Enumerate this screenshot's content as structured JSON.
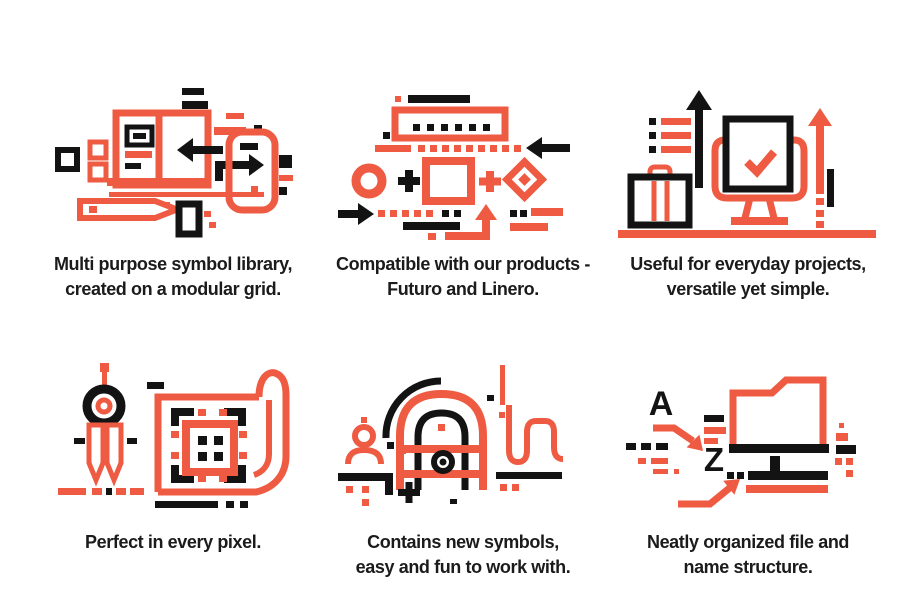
{
  "page": {
    "title": "Icon set feature overview",
    "background": "#FFFFFF"
  },
  "colors": {
    "accent": "#EE5B42",
    "ink": "#131313",
    "text": "#1B1B1B"
  },
  "features": [
    {
      "icon": "symbol-library-icon",
      "line1": "Multi purpose symbol library,",
      "line2": "created on a modular grid."
    },
    {
      "icon": "compatibility-icon",
      "line1": "Compatible with our products -",
      "line2": "Futuro and Linero."
    },
    {
      "icon": "everyday-projects-icon",
      "line1": "Useful for everyday projects,",
      "line2": "versatile yet simple."
    },
    {
      "icon": "pixel-perfect-icon",
      "line1": "Perfect in every pixel.",
      "line2": ""
    },
    {
      "icon": "new-symbols-icon",
      "line1": "Contains new symbols,",
      "line2": "easy and fun to work with."
    },
    {
      "icon": "file-structure-icon",
      "line1": "Neatly organized file and",
      "line2": "name structure."
    }
  ]
}
